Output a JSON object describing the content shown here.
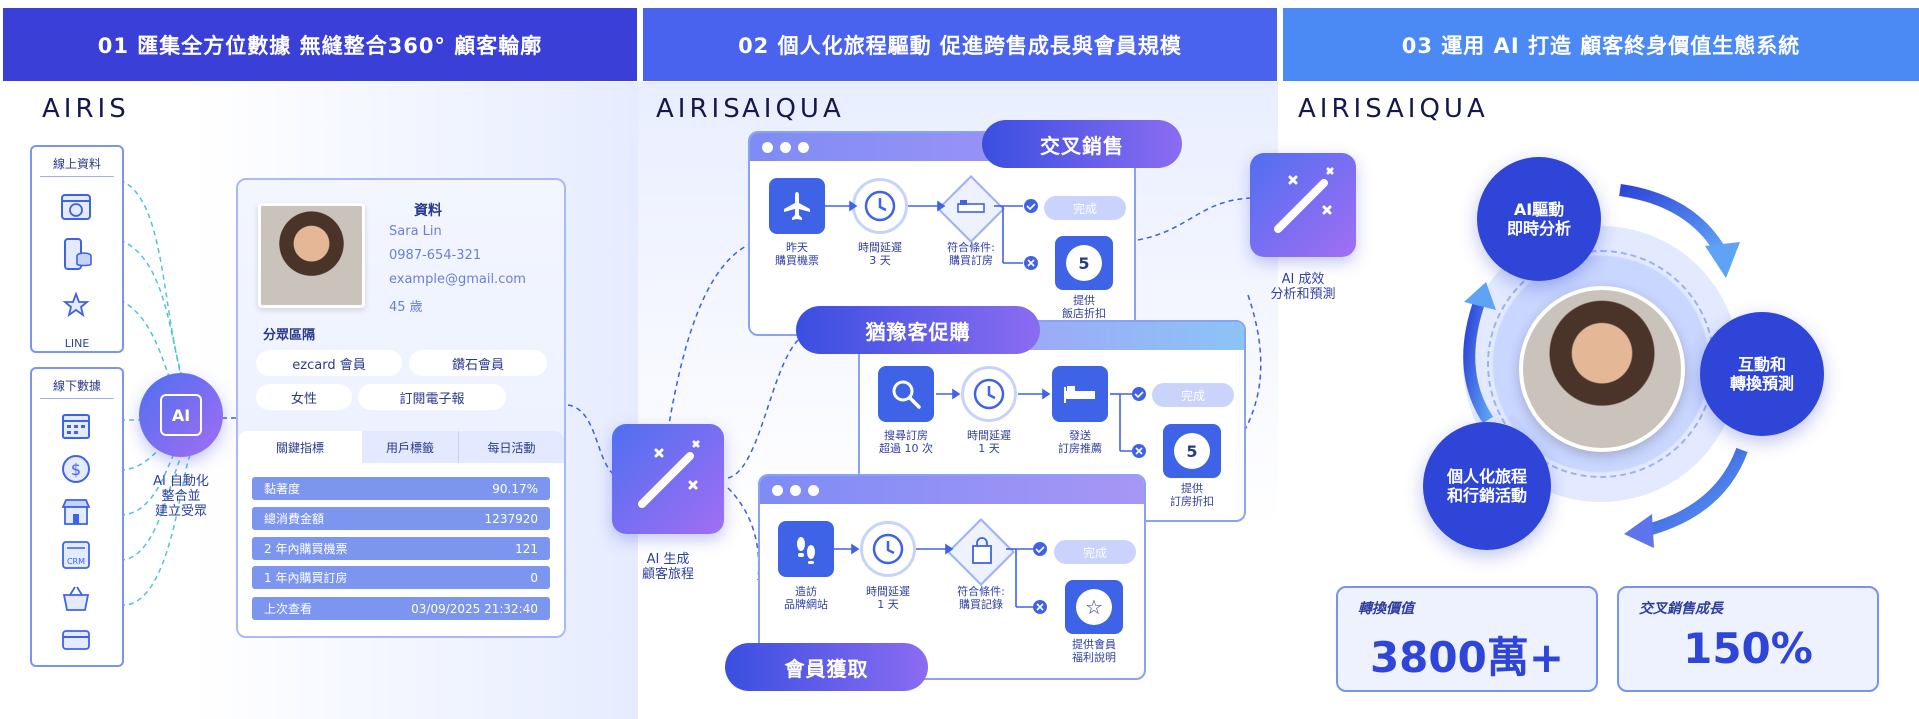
{
  "headers": [
    "01 匯集全方位數據 無縫整合360° 顧客輪廓",
    "02 個人化旅程驅動 促進跨售成長與會員規模",
    "03 運用 AI 打造 顧客終身價值生態系統"
  ],
  "logos": {
    "airis": "AIRIS",
    "aiqua": "AIQUA"
  },
  "sources": {
    "online_title": "線上資料",
    "line_label": "LINE",
    "offline_title": "線下數據",
    "crm_label": "CRM"
  },
  "ai_chip": {
    "icon_text": "AI",
    "caption": "AI 自動化\n整合並\n建立受眾"
  },
  "profile": {
    "title": "資料",
    "name": "Sara Lin",
    "phone": "0987-654-321",
    "email": "example@gmail.com",
    "age": "45 歲",
    "segment_title": "分眾區隔",
    "chips": [
      "ezcard 會員",
      "鑽石會員",
      "女性",
      "訂閱電子報"
    ],
    "tabs": [
      "關鍵指標",
      "用戶標籤",
      "每日活動"
    ],
    "metrics": [
      {
        "k": "黏著度",
        "v": "90.17%"
      },
      {
        "k": "總消費金額",
        "v": "1237920"
      },
      {
        "k": "2 年內購買機票",
        "v": "121"
      },
      {
        "k": "1 年內購買訂房",
        "v": "0"
      },
      {
        "k": "上次查看",
        "v": "03/09/2025 21:32:40"
      }
    ]
  },
  "journey_ai": {
    "caption": "AI 生成\n顧客旅程"
  },
  "flows": [
    {
      "pill": "交叉銷售",
      "steps": [
        "昨天\n購買機票",
        "時間延遲\n3 天",
        "符合條件:\n購買訂房"
      ],
      "done": "完成",
      "pct": "5",
      "offer": "提供\n飯店折扣"
    },
    {
      "pill": "猶豫客促購",
      "steps": [
        "搜尋訂房\n超過 10 次",
        "時間延遲\n1 天",
        "發送\n訂房推薦"
      ],
      "done": "完成",
      "pct": "5",
      "offer": "提供\n訂房折扣"
    },
    {
      "pill": "會員獲取",
      "steps": [
        "造訪\n品牌網站",
        "時間延遲\n1 天",
        "符合條件:\n購買記錄"
      ],
      "done": "完成",
      "offer": "提供會員\n福利說明"
    }
  ],
  "predict": {
    "caption": "AI 成效\n分析和預測"
  },
  "cycle": [
    "AI驅動\n即時分析",
    "互動和\n轉換預測",
    "個人化旅程\n和行銷活動"
  ],
  "stats": [
    {
      "title": "轉換價值",
      "value": "3800萬+"
    },
    {
      "title": "交叉銷售成長",
      "value": "150%"
    }
  ],
  "colors": {
    "header_left": "#3a3fd8",
    "header_mid": "#4a63ee",
    "header_right": "#4b8af5",
    "accent": "#2e45d8"
  }
}
